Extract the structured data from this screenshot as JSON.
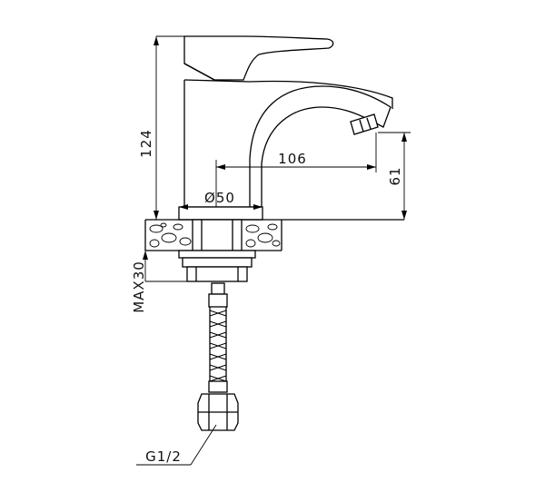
{
  "drawing": {
    "subject": "basin faucet technical drawing",
    "dimensions": {
      "height_total": "124",
      "spout_reach": "106",
      "spout_height": "61",
      "base_diameter": "Ø50",
      "max_counter_thickness": "MAX30",
      "thread_size": "G1/2"
    },
    "colors": {
      "line": "#000000",
      "background": "#ffffff"
    }
  }
}
